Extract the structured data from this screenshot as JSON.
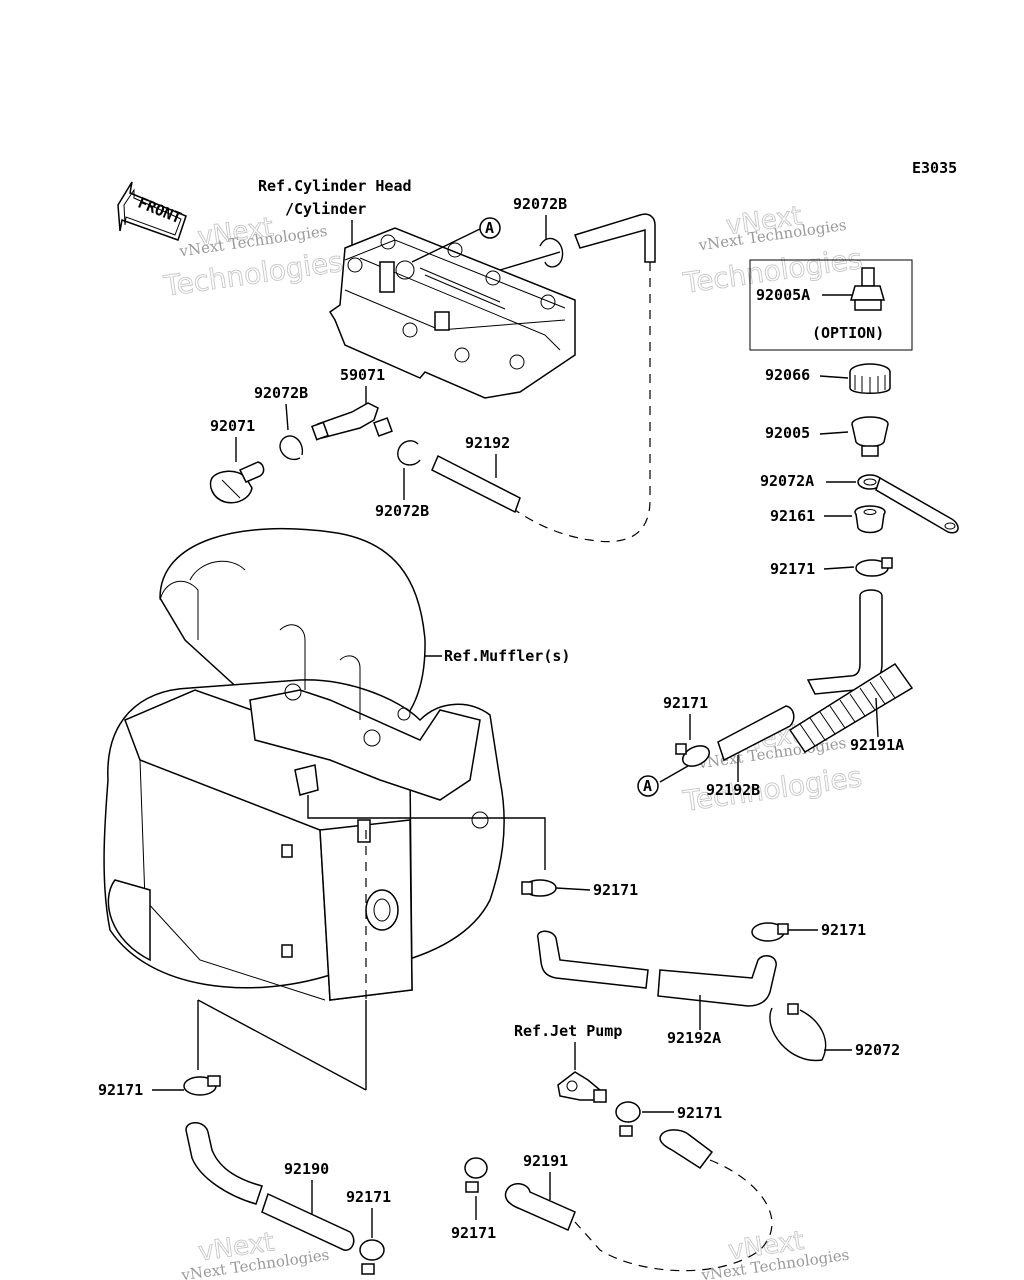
{
  "diagram_code": "E3035",
  "front_label": "FRONT",
  "refs": {
    "cylinder_head_line1": "Ref.Cylinder Head",
    "cylinder_head_line2": "/Cylinder",
    "muffler": "Ref.Muffler(s)",
    "jet_pump": "Ref.Jet Pump"
  },
  "option_box_label": "(OPTION)",
  "marker": "A",
  "watermark": {
    "line1": "vNext",
    "line2": "vNext Technologies",
    "line3": "Technologies"
  },
  "parts": {
    "p92072B_top": "92072B",
    "p92005A": "92005A",
    "p92066": "92066",
    "p92005": "92005",
    "p92072A": "92072A",
    "p92161": "92161",
    "p92171_right": "92171",
    "p92072B_left": "92072B",
    "p59071": "59071",
    "p92071": "92071",
    "p92192": "92192",
    "p92072B_mid": "92072B",
    "p92171_mid": "92171",
    "p92191A": "92191A",
    "p92192B": "92192B",
    "p92171_center": "92171",
    "p92171_rightlow": "92171",
    "p92192A": "92192A",
    "p92072": "92072",
    "p92171_jp": "92171",
    "p92171_leftlow": "92171",
    "p92190": "92190",
    "p92171_bottom": "92171",
    "p92191": "92191",
    "p92171_bottom2": "92171"
  }
}
